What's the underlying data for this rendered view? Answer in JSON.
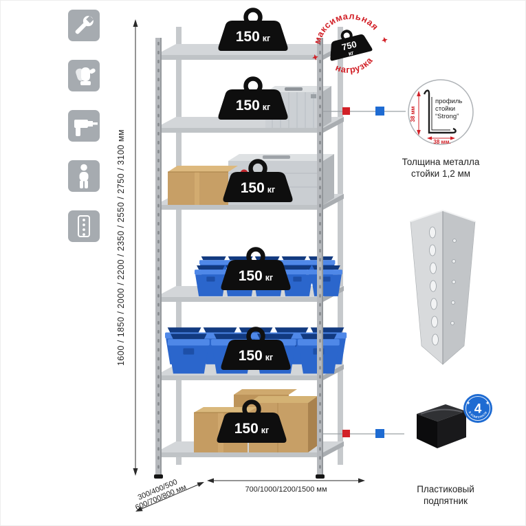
{
  "sidebar_icons": [
    {
      "name": "wrench-icon"
    },
    {
      "name": "gloves-icon"
    },
    {
      "name": "drill-icon"
    },
    {
      "name": "person-icon"
    },
    {
      "name": "rack-post-icon"
    }
  ],
  "dimensions": {
    "height": "1600 / 1850 / 2000 / 2200 / 2350 / 2550 / 2750 / 3100 мм",
    "width": "700/1000/1200/1500 мм",
    "depth_line1": "300/400/500",
    "depth_line2": "600/700/800 мм"
  },
  "rack": {
    "shelf_weights": [
      {
        "value": "150",
        "unit": "кг"
      },
      {
        "value": "150",
        "unit": "кг"
      },
      {
        "value": "150",
        "unit": "кг"
      },
      {
        "value": "150",
        "unit": "кг"
      },
      {
        "value": "150",
        "unit": "кг"
      },
      {
        "value": "150",
        "unit": "кг"
      }
    ]
  },
  "max_load_stamp": {
    "top_text": "максимальная",
    "bottom_text": "нагрузка",
    "value": "750",
    "unit": "кг"
  },
  "profile_callout": {
    "label_line1": "профиль",
    "label_line2": "стойки",
    "label_line3": "“Strong”",
    "dim_vertical": "38 мм",
    "dim_horizontal": "38 мм.",
    "caption_line1": "Толщина металла",
    "caption_line2": "стойки 1,2 мм"
  },
  "foot_callout": {
    "badge_value": "4",
    "badge_text": "в комплекте",
    "caption_line1": "Пластиковый",
    "caption_line2": "подпятник"
  },
  "colors": {
    "accent_red": "#d22027",
    "accent_blue": "#1e6bd2",
    "bin_blue": "#2b66cc",
    "icon_bg": "#a6abb0"
  }
}
